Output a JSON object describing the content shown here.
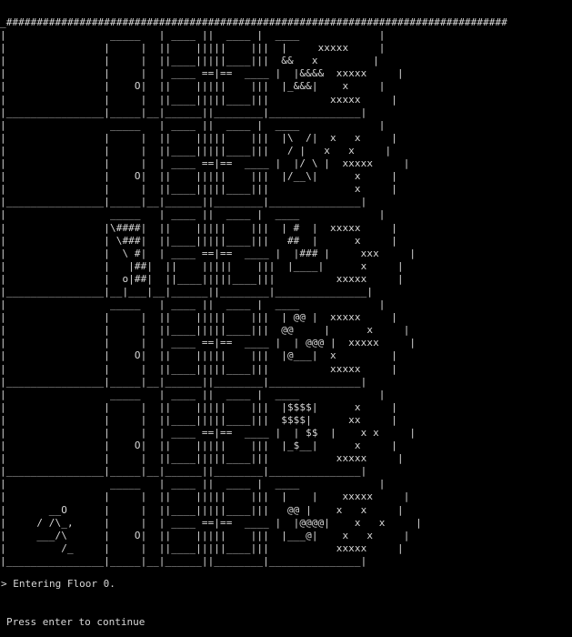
{
  "terminal": {
    "colors": {
      "background": "#000000",
      "foreground": "#d8d8d8"
    },
    "building_art": "_##################################################################################\n|                 _____   | ____ ||  ____ |  ____             |\n|                |     |  ||    |||||    |||  |     xxxxx     |\n|                |     |  ||____|||||____|||  &&   x         |\n|                |     |  | ____ ==|==  ____ |  |&&&&  xxxxx     |\n|                |    O|  ||    |||||    |||  |_&&&|    x     |\n|                |     |  ||____|||||____|||          xxxxx     |\n|________________|_____|__|______||________|_______________|\n|                 _____   | ____ ||  ____ |  ____             |\n|                |     |  ||    |||||    |||  |\\  /|  x   x     |\n|                |     |  ||____|||||____|||   / |   x   x     |\n|                |     |  | ____ ==|==  ____ |  |/ \\ |  xxxxx     |\n|                |    O|  ||    |||||    |||  |/__\\|      x     |\n|                |     |  ||____|||||____|||              x     |\n|________________|_____|__|______||________|_______________|\n|                 _____   | ____ ||  ____ |  ____             |\n|                |\\####|  ||    |||||    |||  | #  |  xxxxx     |\n|                | \\###|  ||____|||||____|||   ##  |      x     |\n|                |  \\ #|  | ____ ==|==  ____ |  |### |     xxx     |\n|                |   |##|  ||    |||||    |||  |____|      x     |\n|                |  o|##|  ||____|||||____|||          xxxxx     |\n|________________|__|___|__|______||________|_______________|\n|                 _____   | ____ ||  ____ |  ____             |\n|                |     |  ||    |||||    |||  | @@ |  xxxxx     |\n|                |     |  ||____|||||____|||  @@     |      x     |\n|                |     |  | ____ ==|==  ____ |  | @@@ |  xxxxx     |\n|                |    O|  ||    |||||    |||  |@___|  x         |\n|                |     |  ||____|||||____|||          xxxxx     |\n|________________|_____|__|______||________|_______________|\n|                 _____   | ____ ||  ____ |  ____             |\n|                |     |  ||    |||||    |||  |$$$$|      x     |\n|                |     |  ||____|||||____|||  $$$$|      xx     |\n|                |     |  | ____ ==|==  ____ |  | $$  |    x x     |\n|                |    O|  ||    |||||    |||  |_$__|      x     |\n|                |     |  ||____|||||____|||           xxxxx     |\n|________________|_____|__|______||________|_______________|\n|                 _____   | ____ ||  ____ |  ____             |\n|                |     |  ||    |||||    |||  |    |    xxxxx     |\n|       __O      |     |  ||____|||||____|||   @@ |    x   x     |\n|     / /\\_,     |     |  | ____ ==|==  ____ |  |@@@@|    x   x     |\n|     ___/\\      |    O|  ||    |||||    |||  |___@|    x   x     |\n|         /_     |     |  ||____|||||____|||           xxxxx     |\n|________________|_____|__|______||________|_______________|",
    "status_line": "> Entering Floor 0.",
    "continue_prompt": "Press enter to continue"
  }
}
